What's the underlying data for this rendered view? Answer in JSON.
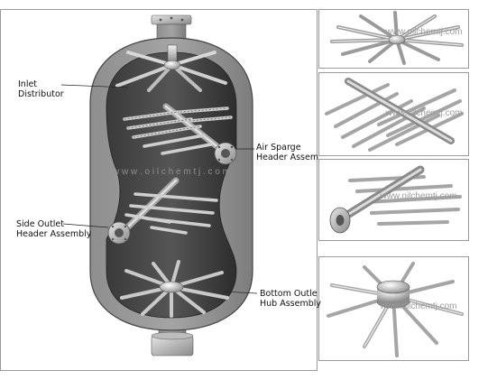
{
  "callouts": {
    "inlet": {
      "line1": "Inlet",
      "line2": "Distributor"
    },
    "air_sparge": {
      "line1": "Air Sparge",
      "line2": "Header Assem"
    },
    "side_outlet": {
      "line1": "Side Outlet",
      "line2": "Header Assembly"
    },
    "bottom_outlet": {
      "line1": "Bottom Outle",
      "line2": "Hub Assembly"
    }
  },
  "watermarks": {
    "vessel": "w w w . o i l c h e m t j . c o m",
    "panel_1": "www.oilchemtj.com",
    "panel_2": "www.oilchemtj.com",
    "panel_3": "www.oilchemtj.com",
    "panel_4": "www.oilchemtj.com"
  }
}
